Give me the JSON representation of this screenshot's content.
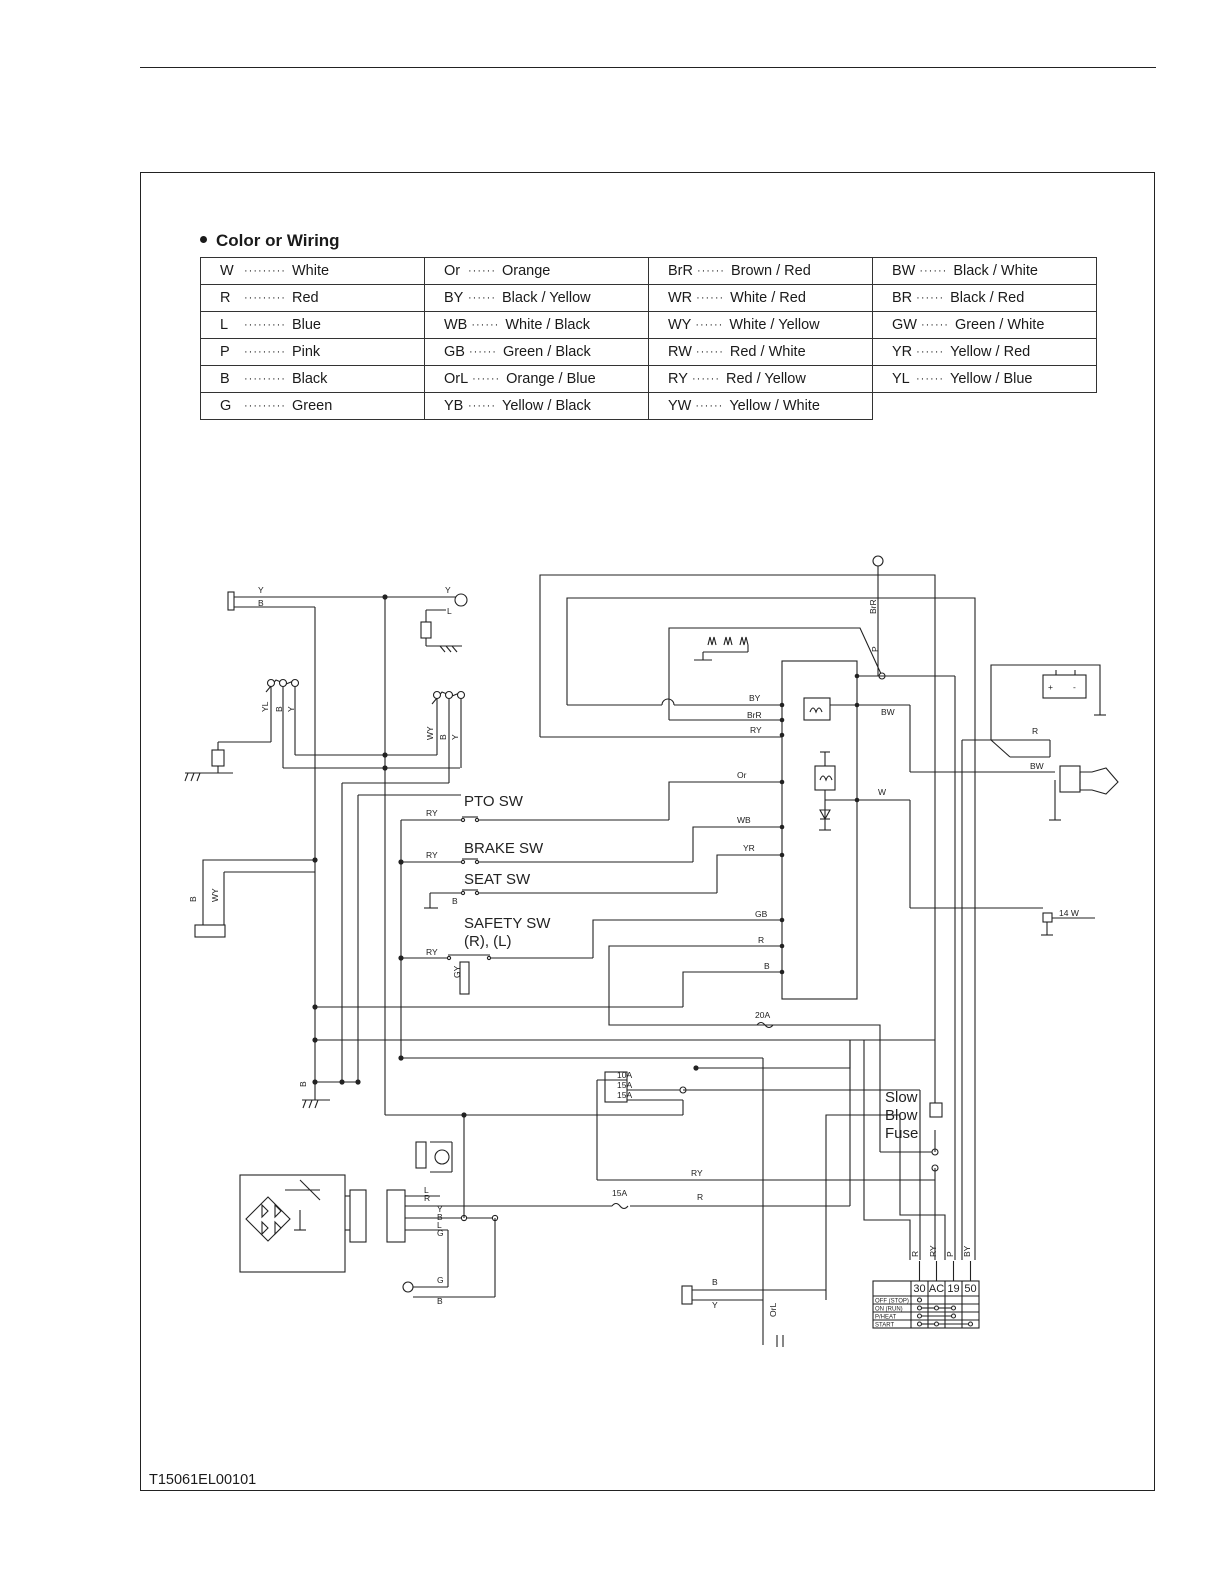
{
  "figure_code": "T15061EL00101",
  "legend": {
    "title": "Color or Wiring",
    "rows": [
      [
        {
          "code": "W",
          "name": "White"
        },
        {
          "code": "Or",
          "name": "Orange"
        },
        {
          "code": "BrR",
          "name": "Brown / Red"
        },
        {
          "code": "BW",
          "name": "Black / White"
        }
      ],
      [
        {
          "code": "R",
          "name": "Red"
        },
        {
          "code": "BY",
          "name": "Black / Yellow"
        },
        {
          "code": "WR",
          "name": "White / Red"
        },
        {
          "code": "BR",
          "name": "Black / Red"
        }
      ],
      [
        {
          "code": "L",
          "name": "Blue"
        },
        {
          "code": "WB",
          "name": "White / Black"
        },
        {
          "code": "WY",
          "name": "White / Yellow"
        },
        {
          "code": "GW",
          "name": "Green / White"
        }
      ],
      [
        {
          "code": "P",
          "name": "Pink"
        },
        {
          "code": "GB",
          "name": "Green / Black"
        },
        {
          "code": "RW",
          "name": "Red / White"
        },
        {
          "code": "YR",
          "name": "Yellow / Red"
        }
      ],
      [
        {
          "code": "B",
          "name": "Black"
        },
        {
          "code": "OrL",
          "name": "Orange / Blue"
        },
        {
          "code": "RY",
          "name": "Red / Yellow"
        },
        {
          "code": "YL",
          "name": "Yellow / Blue"
        }
      ],
      [
        {
          "code": "G",
          "name": "Green"
        },
        {
          "code": "YB",
          "name": "Yellow / Black"
        },
        {
          "code": "YW",
          "name": "Yellow / White"
        },
        null
      ]
    ]
  },
  "switches": {
    "pto": "PTO  SW",
    "brake": "BRAKE  SW",
    "seat": "SEAT  SW",
    "safety": "SAFETY  SW",
    "safety_sub": "(R), (L)"
  },
  "fuse_label": [
    "Slow",
    "Blow",
    "Fuse"
  ],
  "fuses": {
    "f20": "20A",
    "f15": "15A",
    "small": [
      "10A",
      "15A",
      "15A"
    ]
  },
  "lamp_label": "14 W",
  "key_switch": {
    "terminals": [
      "30",
      "AC",
      "19",
      "50"
    ],
    "positions": [
      "OFF (STOP)",
      "ON (RUN)",
      "P/HEAT",
      "START"
    ],
    "wires": [
      "R",
      "RY",
      "P",
      "BY"
    ]
  },
  "wire_labels": {
    "y1": "Y",
    "b1": "B",
    "y2": "Y",
    "l1": "L",
    "yl": "YL",
    "b2": "B",
    "y3": "Y",
    "wy": "WY",
    "b3": "B",
    "y4": "Y",
    "b4": "B",
    "wy2": "WY",
    "by": "BY",
    "brr": "BrR",
    "ry": "RY",
    "bw": "BW",
    "brr_v": "BrR",
    "p": "P",
    "or": "Or",
    "wb": "WB",
    "yr": "YR",
    "gb": "GB",
    "r": "R",
    "b5": "B",
    "w": "W",
    "ry_pto": "RY",
    "ry_brake": "RY",
    "b_seat": "B",
    "ry_safety": "RY",
    "gy": "GY",
    "r_bat": "R",
    "bw_st": "BW",
    "b_gnd": "B",
    "ry_bottom": "RY",
    "r15": "R",
    "l_reg": "L",
    "r_reg": "R",
    "y_reg": "Y",
    "b_reg": "B",
    "l_reg2": "L",
    "g_reg": "G",
    "g_bot": "G",
    "b_bot": "B",
    "b_sol": "B",
    "y_sol": "Y",
    "orl": "OrL"
  }
}
